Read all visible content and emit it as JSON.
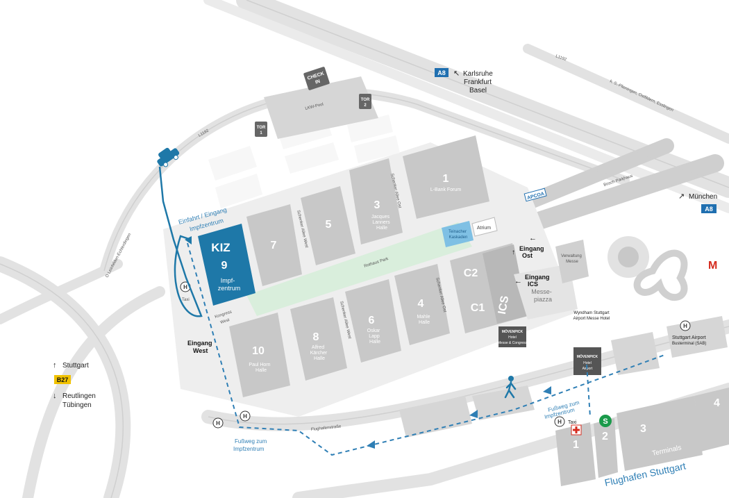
{
  "colors": {
    "background": "#ffffff",
    "road": "#e3e3e3",
    "building": "#c8c8c8",
    "park": "#d9eedc",
    "kiz": "#1e78a8",
    "accent_blue": "#2f7fb5",
    "badge_blue": "#1f6fb0",
    "badge_yellow": "#f1c200",
    "sbahn_green": "#1a9a4a",
    "mcdonalds_red": "#d52b1e"
  },
  "highways": {
    "a8_badge": "A8",
    "karlsruhe": "Karlsruhe",
    "frankfurt": "Frankfurt",
    "basel": "Basel",
    "muenchen": "München",
    "b27_badge": "B27",
    "stuttgart": "Stuttgart",
    "reutlingen": "Reutlingen",
    "tuebingen": "Tübingen"
  },
  "roads": {
    "l1192_a": "L1192",
    "l1192_b": "L1192",
    "leinfelden": "O Leinfelden-Echterdingen",
    "plieningen": "k. S.-Plieningen, Ostfildern, Esslingen",
    "flughafenstrasse": "Flughafenstraße"
  },
  "parking": {
    "check_in_1": "CHECK",
    "check_in_2": "IN",
    "lkw_pool": "LKW-Pool",
    "tor1_a": "TOR",
    "tor1_b": "1",
    "tor2_a": "TOR",
    "tor2_b": "2",
    "bosch": "Bosch Parkhaus",
    "apcoa": "APCOA"
  },
  "streets": {
    "schenker_west_1": "Schenker Allee West",
    "schenker_west_2": "Schenker Allee West",
    "schenker_ost_1": "Schenker Allee Ost",
    "schenker_ost_2": "Schenker Allee Ost",
    "rothaus_park": "Rothaus Park",
    "kongress_a": "Kongress",
    "kongress_b": "West"
  },
  "halls": {
    "h1_num": "1",
    "h1_name": "L-Bank Forum",
    "h3_num": "3",
    "h3_name_1": "Jacques",
    "h3_name_2": "Lanners",
    "h3_name_3": "Halle",
    "h5_num": "5",
    "h7_num": "7",
    "h4_num": "4",
    "h4_name_1": "Mahle",
    "h4_name_2": "Halle",
    "h6_num": "6",
    "h6_name_1": "Oskar",
    "h6_name_2": "Lapp",
    "h6_name_3": "Halle",
    "h8_num": "8",
    "h8_name_1": "Alfred",
    "h8_name_2": "Kärcher",
    "h8_name_3": "Halle",
    "h10_num": "10",
    "h10_name_1": "Paul Horn",
    "h10_name_2": "Halle",
    "c1": "C1",
    "c2": "C2",
    "ics": "ICS"
  },
  "kiz": {
    "title": "KIZ",
    "num": "9",
    "line1": "Impf-",
    "line2": "zentrum"
  },
  "entrances": {
    "einfahrt_1": "Einfahrt / Eingang",
    "einfahrt_2": "Impfzentrum",
    "west_1": "Eingang",
    "west_2": "West",
    "ost_1": "Eingang",
    "ost_2": "Ost",
    "ics_1": "Eingang",
    "ics_2": "ICS",
    "messepiazza_1": "Messe-",
    "messepiazza_2": "piazza",
    "atrium": "Atrium",
    "kaskaden_1": "Teinacher",
    "kaskaden_2": "Kaskaden",
    "verwaltung_1": "Verwaltung",
    "verwaltung_2": "Messe"
  },
  "hotels": {
    "movenpick1_a": "MÖVENPICK",
    "movenpick1_b": "Hotel",
    "movenpick1_c": "Messe & Congress",
    "movenpick2_a": "MÖVENPICK",
    "movenpick2_b": "Hotel",
    "movenpick2_c": "Airport",
    "wyndham_1": "Wyndham Stuttgart",
    "wyndham_2": "Airport Messe Hotel"
  },
  "transit": {
    "bus_icon": "H",
    "taxi": "Taxi",
    "taxi_2": "Taxi",
    "sbahn": "S",
    "bus_terminal_1": "Stuttgart Airport",
    "bus_terminal_2": "Busterminal (SAB)"
  },
  "footpaths": {
    "east_1": "Fußweg zum",
    "east_2": "Impfzentrum",
    "west_1": "Fußweg zum",
    "west_2": "Impfzentrum"
  },
  "airport": {
    "name": "Flughafen Stuttgart",
    "terminals": "Terminals",
    "t1": "1",
    "t2": "2",
    "t3": "3",
    "t4": "4"
  }
}
